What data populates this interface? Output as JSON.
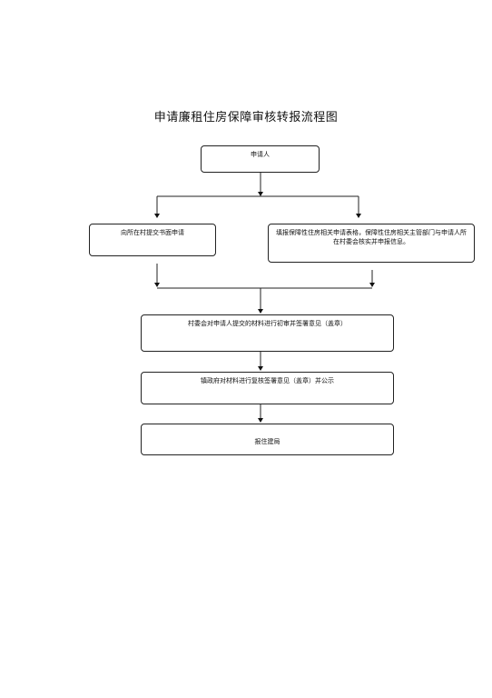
{
  "title": "申请廉租住房保障审核转报流程图",
  "nodes": {
    "applicant": "申请人",
    "village_submit": "向所在村提交书面申请",
    "fill_form": "填报保障性住房相关申请表格，保障性住房相关主管部门与申请人所在村委会核实并申报信息。",
    "committee_review": "村委会对申请人提交的材料进行初审并签署意见（盖章）",
    "town_review": "镇政府对材料进行复核签署意见（盖章）并公示",
    "report_bureau": "报住建局"
  },
  "edges": [
    {
      "from": "applicant",
      "to": "village_submit"
    },
    {
      "from": "applicant",
      "to": "fill_form"
    },
    {
      "from": "village_submit",
      "to": "committee_review"
    },
    {
      "from": "fill_form",
      "to": "committee_review"
    },
    {
      "from": "committee_review",
      "to": "town_review"
    },
    {
      "from": "town_review",
      "to": "report_bureau"
    }
  ],
  "colors": {
    "line": "#222222",
    "background": "#ffffff"
  }
}
